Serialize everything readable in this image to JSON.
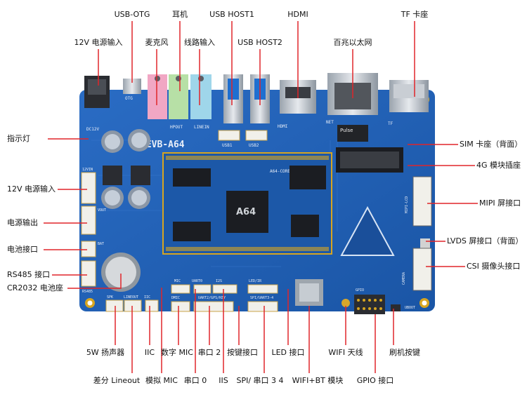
{
  "board": {
    "name": "REVB-A64",
    "core_module": "A64-CORE",
    "core_chip": "A64",
    "silkscreen": {
      "usb_otg": "OTG",
      "dc": "DC12V",
      "hp_out": "HPOUT",
      "line_in": "LINEIN",
      "usb1": "USB1",
      "usb2": "USB2",
      "hdmi": "HDMI",
      "net": "NET",
      "tf": "TF",
      "vin": "12VIN",
      "vout": "VOUT",
      "bat": "BAT",
      "rs485": "RS485",
      "spk": "SPK",
      "lineout": "LINEOUT",
      "iic": "IIC",
      "mic": "MIC",
      "uart0": "UART0",
      "i2s": "I2S",
      "led_ir": "LED/IR",
      "dmic": "DMIC",
      "uart2_gpskey": "UART2/GPS/KEY",
      "spi_uart3_4": "SPI/UART3-4",
      "gpio": "GPIO",
      "uboot": "UBOOT",
      "camera": "CAMERA",
      "mipi_lcd": "MIPI-LCD",
      "pulse": "Pulse"
    },
    "colors": {
      "pcb": "#1f5fb3",
      "gold": "#d7a520",
      "callout": "#e0252a",
      "connector": "#f1f0ea",
      "chip": "#1b1d22"
    }
  },
  "callouts": {
    "top": [
      {
        "id": "usb-otg",
        "text": "USB-OTG"
      },
      {
        "id": "headphone",
        "text": "耳机"
      },
      {
        "id": "usb-host1",
        "text": "USB HOST1"
      },
      {
        "id": "hdmi",
        "text": "HDMI"
      },
      {
        "id": "tf-slot",
        "text": "TF 卡座"
      },
      {
        "id": "power-in-top",
        "text": "12V 电源输入"
      },
      {
        "id": "microphone",
        "text": "麦克风"
      },
      {
        "id": "line-in",
        "text": "线路输入"
      },
      {
        "id": "usb-host2",
        "text": "USB HOST2"
      },
      {
        "id": "ethernet",
        "text": "百兆以太网"
      }
    ],
    "left": [
      {
        "id": "indicator",
        "text": "指示灯"
      },
      {
        "id": "power-in-left",
        "text": "12V 电源输入"
      },
      {
        "id": "power-out",
        "text": "电源输出"
      },
      {
        "id": "battery",
        "text": "电池接口"
      },
      {
        "id": "rs485",
        "text": "RS485 接口"
      },
      {
        "id": "cr2032",
        "text": "CR2032 电池座"
      }
    ],
    "right": [
      {
        "id": "sim",
        "text": "SIM 卡座（背面）"
      },
      {
        "id": "4g",
        "text": "4G 模块插座"
      },
      {
        "id": "mipi",
        "text": "MIPI 屏接口"
      },
      {
        "id": "lvds",
        "text": "LVDS 屏接口（背面）"
      },
      {
        "id": "csi",
        "text": "CSI 摄像头接口"
      }
    ],
    "bottom1": [
      {
        "id": "speaker",
        "text": "5W 扬声器"
      },
      {
        "id": "iic",
        "text": "IIC"
      },
      {
        "id": "dmic",
        "text": "数字 MIC"
      },
      {
        "id": "uart2",
        "text": "串口 2"
      },
      {
        "id": "key",
        "text": "按键接口"
      },
      {
        "id": "led",
        "text": "LED 接口"
      },
      {
        "id": "wifi-ant",
        "text": "WIFI 天线"
      },
      {
        "id": "flash-btn",
        "text": "刷机按键"
      }
    ],
    "bottom2": [
      {
        "id": "lineout",
        "text": "差分 Lineout"
      },
      {
        "id": "amic",
        "text": "模拟 MIC"
      },
      {
        "id": "uart0",
        "text": "串口 0"
      },
      {
        "id": "iis",
        "text": "IIS"
      },
      {
        "id": "spi",
        "text": "SPI/ 串口 3 4"
      },
      {
        "id": "wifi-bt",
        "text": "WIFI+BT 模块"
      },
      {
        "id": "gpio",
        "text": "GPIO 接口"
      }
    ]
  }
}
